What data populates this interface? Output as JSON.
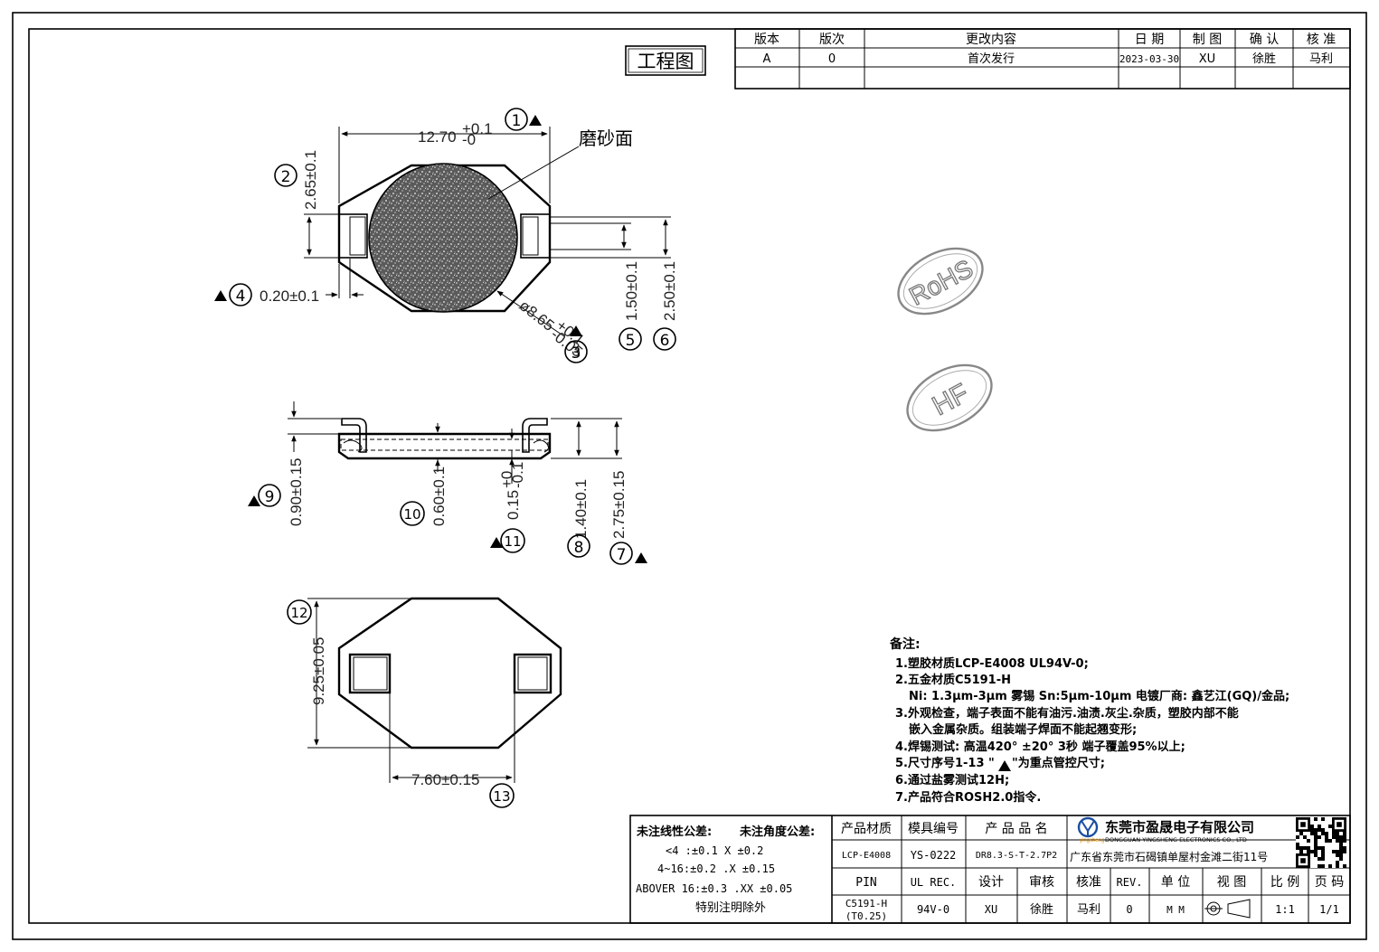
{
  "drawing": {
    "stamp": "工程图",
    "matte_label": "磨砂面"
  },
  "revision_table": {
    "headers": [
      "版本",
      "版次",
      "更改内容",
      "日 期",
      "制 图",
      "确 认",
      "核 准"
    ],
    "rows": [
      [
        "A",
        "0",
        "首次发行",
        "2023-03-30",
        "XU",
        "徐胜",
        "马利"
      ],
      [
        "",
        "",
        "",
        "",
        "",
        "",
        ""
      ]
    ]
  },
  "dimensions": {
    "d1": "12.70",
    "d1_tol_upper": "+0.1",
    "d1_tol_lower": "-0",
    "d2": "2.65±0.1",
    "d3": "ø8.65",
    "d3_tol_upper": "+0.1",
    "d3_tol_lower": "-0.05",
    "d4": "0.20±0.1",
    "d5": "1.50±0.1",
    "d6": "2.50±0.1",
    "d7": "2.75±0.15",
    "d8": "1.40±0.1",
    "d9": "0.90±0.15",
    "d10": "0.60±0.1",
    "d11": "0.15",
    "d11_tol_upper": "+0",
    "d11_tol_lower": "-0.1",
    "d12": "9.25±0.05",
    "d13": "7.60±0.15"
  },
  "callouts": [
    "1",
    "2",
    "3",
    "4",
    "5",
    "6",
    "7",
    "8",
    "9",
    "10",
    "11",
    "12",
    "13"
  ],
  "marks": {
    "rohs": "RoHS",
    "hf": "HF"
  },
  "notes": {
    "title": "备注:",
    "items": [
      "1.塑胶材质LCP-E4008 UL94V-0;",
      "2.五金材质C5191-H",
      "Ni: 1.3μm-3μm  雾锡 Sn:5μm-10μm 电镀厂商: 鑫艺江(GQ)/金品;",
      "3.外观检查，端子表面不能有油污.油渍.灰尘.杂质，塑胶内部不能",
      "嵌入金属杂质。组装端子焊面不能起翘变形;",
      "4.焊锡测试: 高温420° ±20° 3秒 端子覆盖95%以上;",
      "5.尺寸序号1-13 \"",
      "\"为重点管控尺寸;",
      "6.通过盐雾测试12H;",
      "7.产品符合ROSH2.0指令."
    ]
  },
  "tolerance": {
    "header_linear": "未注线性公差:",
    "header_angular": "未注角度公差:",
    "row1": "<4 :±0.1  X ±0.2",
    "row2": "4~16:±0.2  .X ±0.15",
    "row3": "ABOVER 16:±0.3  .XX ±0.05",
    "row4": "特别注明除外"
  },
  "title_block": {
    "h_material": "产品材质",
    "h_mold": "模具编号",
    "h_name": "产 品 品 名",
    "material": "LCP-E4008",
    "mold": "YS-0222",
    "product_name": "DR8.3-S-T-2.7P2",
    "h_pin": "PIN",
    "h_ul": "UL REC.",
    "h_design": "设计",
    "h_review": "审核",
    "pin": "C5191-H",
    "pin_thickness": "(T0.25)",
    "ul": "94V-0",
    "design": "XU",
    "review": "徐胜",
    "h_approve": "核准",
    "h_rev": "REV.",
    "h_unit": "单 位",
    "h_view": "视 图",
    "h_scale": "比 例",
    "h_page": "页 码",
    "approve": "马利",
    "rev": "0",
    "unit": "M M",
    "scale": "1:1",
    "page": "1/1"
  },
  "company": {
    "name_cn": "东莞市盈晟电子有限公司",
    "name_en": "DONGGUAN YINGSHENG ELECTRONICS CO., LTD",
    "logo_word": "yingsheng",
    "address": "广东省东莞市石碣镇单屋村金滩二街11号"
  }
}
